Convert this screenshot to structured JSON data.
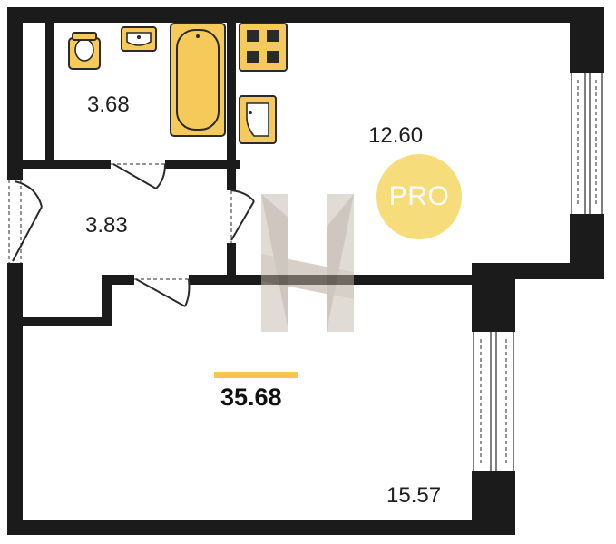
{
  "rooms": {
    "bathroom_area": "3.68",
    "hallway_area": "3.83",
    "kitchen_area": "12.60",
    "living_area": "15.57"
  },
  "total_area": "35.68",
  "badge_text": "PRO",
  "colors": {
    "wall": "#1b1b1b",
    "fixture": "#f6c95b",
    "accent_underline": "#f4c54f",
    "badge": "#f7dc7c"
  },
  "icons": [
    "toilet-icon",
    "sink-icon",
    "bathtub-icon",
    "stove-icon",
    "kitchen-sink-icon",
    "watermark-logo"
  ]
}
